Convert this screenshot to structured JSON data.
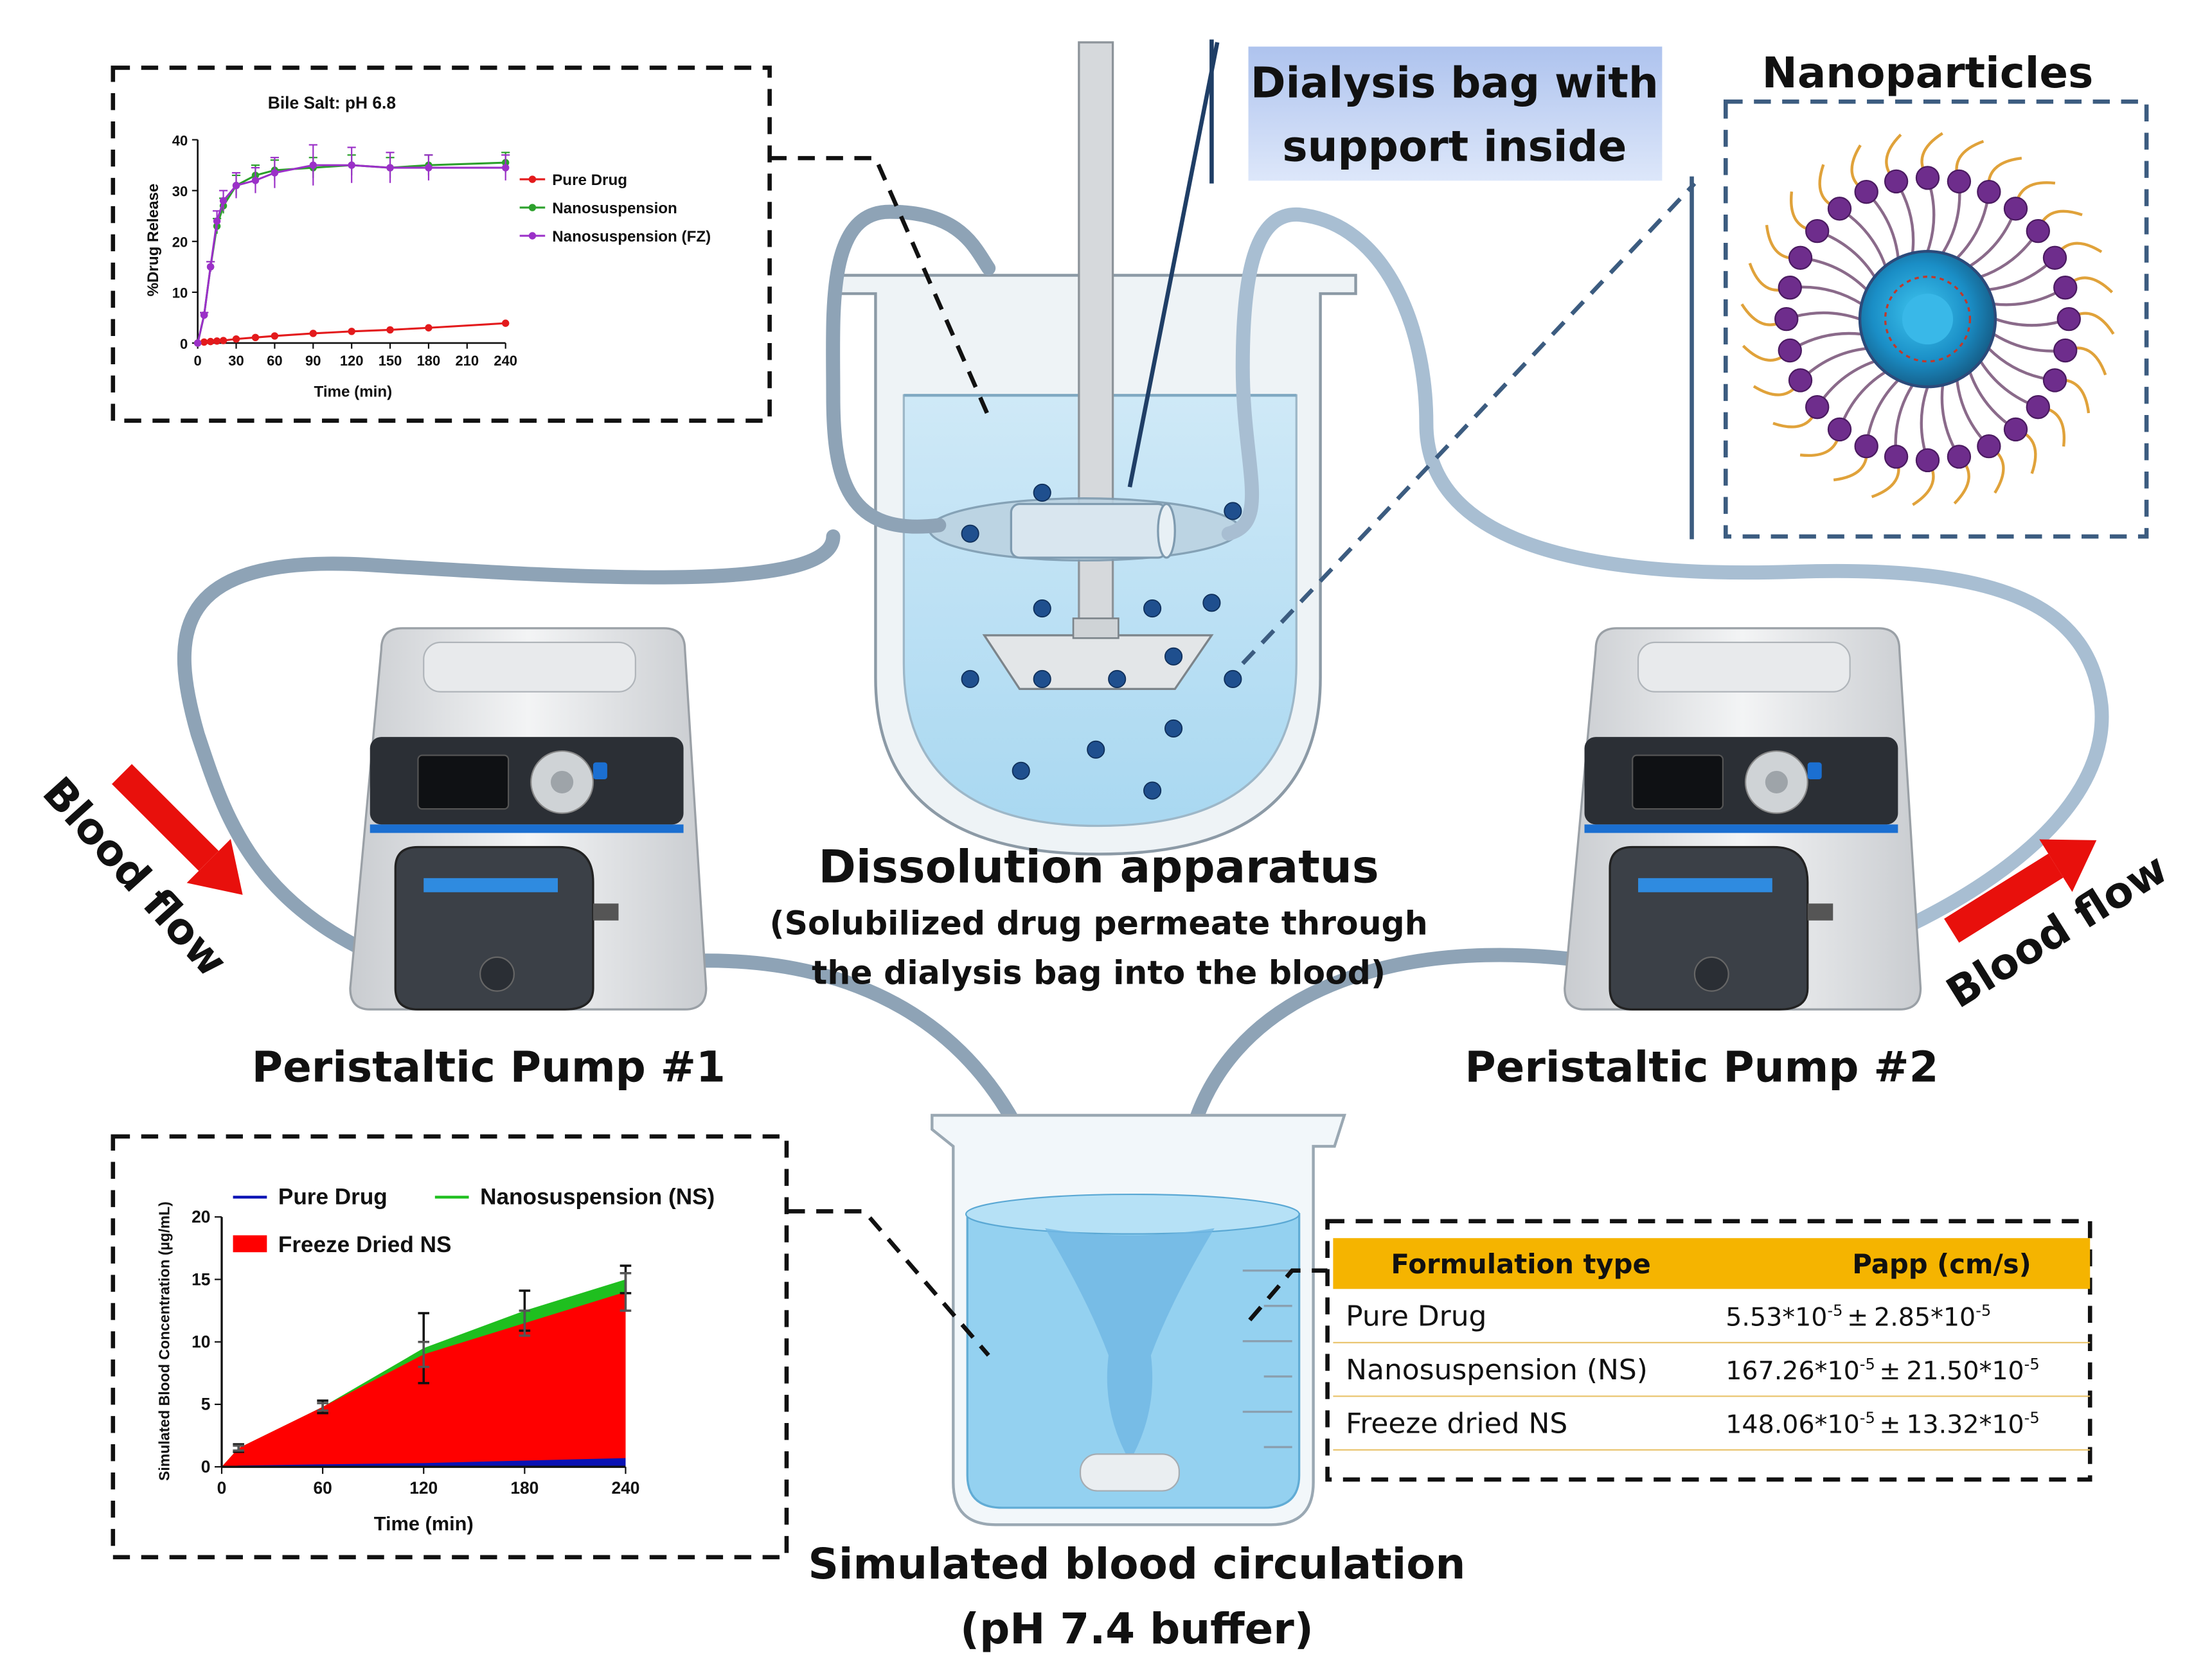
{
  "labels": {
    "dialysis_line1": "Dialysis bag with",
    "dialysis_line2": "support inside",
    "nanoparticles": "Nanoparticles",
    "dissolution_title": "Dissolution apparatus",
    "dissolution_sub1": "(Solubilized drug permeate through",
    "dissolution_sub2": "the dialysis bag into the blood)",
    "pump1": "Peristaltic Pump #1",
    "pump2": "Peristaltic Pump #2",
    "blood_flow_left": "Blood flow",
    "blood_flow_right": "Blood flow",
    "circulation_line1": "Simulated blood circulation",
    "circulation_line2": "(pH 7.4 buffer)"
  },
  "table": {
    "headers": [
      "Formulation type",
      "Papp (cm/s)"
    ],
    "rows": [
      {
        "name": "Pure Drug",
        "mean": "5.53*10",
        "sd": "2.85*10"
      },
      {
        "name": "Nanosuspension (NS)",
        "mean": "167.26*10",
        "sd": "21.50*10"
      },
      {
        "name": "Freeze dried  NS",
        "mean": "148.06*10",
        "sd": "13.32*10"
      }
    ],
    "exponent": "-5",
    "pm": "±",
    "header_color": "#f5b400"
  },
  "chart_data": [
    {
      "type": "line",
      "title": "Bile Salt: pH 6.8",
      "xlabel": "Time (min)",
      "ylabel": "%Drug Release",
      "xlim": [
        0,
        240
      ],
      "ylim": [
        0,
        40
      ],
      "xticks": [
        0,
        30,
        60,
        90,
        120,
        150,
        180,
        210,
        240
      ],
      "yticks": [
        0,
        10,
        20,
        30,
        40
      ],
      "legend": "right",
      "series": [
        {
          "name": "Pure Drug",
          "color": "#e31a1c",
          "x": [
            0,
            5,
            10,
            15,
            20,
            30,
            45,
            60,
            90,
            120,
            150,
            180,
            240
          ],
          "y": [
            0,
            0.2,
            0.3,
            0.4,
            0.5,
            0.8,
            1.1,
            1.4,
            1.9,
            2.3,
            2.6,
            3.0,
            3.9
          ],
          "err": [
            0,
            0,
            0,
            0,
            0,
            0,
            0,
            0,
            0,
            0,
            0,
            0,
            0
          ]
        },
        {
          "name": "Nanosuspension",
          "color": "#2ca02c",
          "x": [
            0,
            5,
            10,
            15,
            20,
            30,
            45,
            60,
            90,
            120,
            150,
            180,
            240
          ],
          "y": [
            0,
            5.5,
            15,
            23,
            27,
            31,
            33,
            34,
            34.5,
            35,
            34.5,
            35,
            35.5
          ],
          "err": [
            0,
            0.5,
            1,
            1.5,
            1.5,
            2,
            2,
            2,
            2,
            2,
            2,
            2,
            2
          ]
        },
        {
          "name": "Nanosuspension (FZ)",
          "color": "#9b30c8",
          "x": [
            0,
            5,
            10,
            15,
            20,
            30,
            45,
            60,
            90,
            120,
            150,
            180,
            240
          ],
          "y": [
            0,
            5.5,
            15,
            24,
            28,
            31,
            32,
            33.5,
            35,
            35,
            34.5,
            34.5,
            34.5
          ],
          "err": [
            0,
            0.5,
            1,
            2,
            2,
            2.5,
            2.5,
            3,
            4,
            3.5,
            3,
            2.5,
            2.5
          ]
        }
      ]
    },
    {
      "type": "area",
      "title": "",
      "xlabel": "Time (min)",
      "ylabel": "Simulated Blood Concentration (µg/mL)",
      "xlim": [
        0,
        240
      ],
      "ylim": [
        0,
        20
      ],
      "xticks": [
        0,
        60,
        120,
        180,
        240
      ],
      "yticks": [
        0,
        5,
        10,
        15,
        20
      ],
      "legend": "top",
      "series": [
        {
          "name": "Pure Drug",
          "color": "#0a12b4",
          "x": [
            0,
            10,
            60,
            120,
            180,
            240
          ],
          "y": [
            0,
            0.1,
            0.2,
            0.3,
            0.5,
            0.7
          ],
          "err": [
            0,
            0,
            0,
            0,
            0,
            0
          ]
        },
        {
          "name": "Nanosuspension (NS)",
          "color": "#1fbf1f",
          "x": [
            0,
            10,
            60,
            120,
            180,
            240
          ],
          "y": [
            0,
            1.5,
            4.8,
            9.5,
            12.5,
            15
          ],
          "err": [
            0,
            0.3,
            0.5,
            2.8,
            1.6,
            1.1
          ]
        },
        {
          "name": "Freeze Dried NS",
          "color": "#ff0000",
          "x": [
            0,
            10,
            60,
            120,
            180,
            240
          ],
          "y": [
            0,
            1.5,
            4.8,
            9,
            11.5,
            14
          ],
          "err": [
            0,
            0.2,
            0.3,
            1,
            1,
            1.5
          ]
        }
      ]
    }
  ]
}
